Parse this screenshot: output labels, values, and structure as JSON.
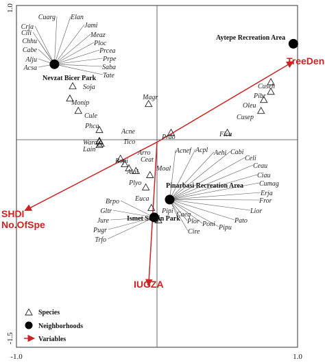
{
  "chart_data": {
    "type": "scatter",
    "xlim": [
      -1.0,
      1.0
    ],
    "ylim": [
      -1.5,
      1.0
    ],
    "x_ticks": [
      "-1.0",
      "1.0"
    ],
    "y_ticks": [
      "1.0",
      "-1.5"
    ],
    "grid": false,
    "legend_position": "bottom-left",
    "species": [
      {
        "label": "Cuarg",
        "x": -0.74,
        "y": 0.67
      },
      {
        "label": "Elan",
        "x": -0.72,
        "y": 0.67
      },
      {
        "label": "Jami",
        "x": -0.7,
        "y": 0.67
      },
      {
        "label": "Crja",
        "x": -0.76,
        "y": 0.67
      },
      {
        "label": "Meaz",
        "x": -0.69,
        "y": 0.67
      },
      {
        "label": "Cili",
        "x": -0.77,
        "y": 0.67
      },
      {
        "label": "Ploc",
        "x": -0.68,
        "y": 0.67
      },
      {
        "label": "Chhu",
        "x": -0.78,
        "y": 0.67
      },
      {
        "label": "Prcea",
        "x": -0.67,
        "y": 0.67
      },
      {
        "label": "Cabe",
        "x": -0.79,
        "y": 0.67
      },
      {
        "label": "Prpe",
        "x": -0.67,
        "y": 0.67
      },
      {
        "label": "Alju",
        "x": -0.79,
        "y": 0.67
      },
      {
        "label": "Saba",
        "x": -0.67,
        "y": 0.67
      },
      {
        "label": "Acsa",
        "x": -0.79,
        "y": 0.67
      },
      {
        "label": "Tate",
        "x": -0.67,
        "y": 0.67
      },
      {
        "label": "Soja",
        "x": -0.6,
        "y": 0.41
      },
      {
        "label": "Monip",
        "x": -0.62,
        "y": 0.32
      },
      {
        "label": "Cule",
        "x": -0.56,
        "y": 0.23
      },
      {
        "label": "Magr",
        "x": -0.06,
        "y": 0.28
      },
      {
        "label": "Phca",
        "x": -0.41,
        "y": 0.09
      },
      {
        "label": "Acne",
        "x": -0.41,
        "y": 0.01
      },
      {
        "label": "Waro",
        "x": -0.41,
        "y": 0.005
      },
      {
        "label": "Tico",
        "x": -0.4,
        "y": -0.01
      },
      {
        "label": "Lain",
        "x": -0.41,
        "y": -0.02
      },
      {
        "label": "Prdo",
        "x": 0.1,
        "y": 0.07
      },
      {
        "label": "Fica",
        "x": 0.5,
        "y": 0.07
      },
      {
        "label": "Cuseh",
        "x": 0.81,
        "y": 0.44
      },
      {
        "label": "Pibr",
        "x": 0.81,
        "y": 0.37
      },
      {
        "label": "Oleu",
        "x": 0.76,
        "y": 0.31
      },
      {
        "label": "Cusep",
        "x": 0.74,
        "y": 0.23
      },
      {
        "label": "Arro",
        "x": -0.26,
        "y": -0.12
      },
      {
        "label": "Ceat",
        "x": -0.23,
        "y": -0.16
      },
      {
        "label": "Ropi",
        "x": -0.2,
        "y": -0.19
      },
      {
        "label": "Aial",
        "x": -0.15,
        "y": -0.21
      },
      {
        "label": "Moal",
        "x": -0.05,
        "y": -0.24
      },
      {
        "label": "Plyo",
        "x": -0.08,
        "y": -0.33
      },
      {
        "label": "Euca",
        "x": -0.04,
        "y": -0.48
      },
      {
        "label": "Pipi",
        "x": 0.01,
        "y": -0.57
      },
      {
        "label": "Acnef",
        "x": 0.09,
        "y": -0.42
      },
      {
        "label": "Acpl",
        "x": 0.09,
        "y": -0.42
      },
      {
        "label": "Aehi",
        "x": 0.09,
        "y": -0.42
      },
      {
        "label": "Cabi",
        "x": 0.09,
        "y": -0.42
      },
      {
        "label": "Celi",
        "x": 0.09,
        "y": -0.42
      },
      {
        "label": "Ceau",
        "x": 0.09,
        "y": -0.42
      },
      {
        "label": "Ciau",
        "x": 0.09,
        "y": -0.42
      },
      {
        "label": "Cumag",
        "x": 0.09,
        "y": -0.42
      },
      {
        "label": "Erja",
        "x": 0.09,
        "y": -0.42
      },
      {
        "label": "Fror",
        "x": 0.09,
        "y": -0.42
      },
      {
        "label": "Lior",
        "x": 0.09,
        "y": -0.42
      },
      {
        "label": "Pato",
        "x": 0.09,
        "y": -0.42
      },
      {
        "label": "Pipu",
        "x": 0.09,
        "y": -0.42
      },
      {
        "label": "Poni",
        "x": 0.09,
        "y": -0.42
      },
      {
        "label": "Cire",
        "x": 0.09,
        "y": -0.42
      },
      {
        "label": "Plor",
        "x": 0.09,
        "y": -0.42
      },
      {
        "label": "Caeq",
        "x": 0.09,
        "y": -0.42
      },
      {
        "label": "Brpo",
        "x": -0.02,
        "y": -0.55
      },
      {
        "label": "Gltr",
        "x": -0.02,
        "y": -0.55
      },
      {
        "label": "Jure",
        "x": -0.02,
        "y": -0.55
      },
      {
        "label": "Pugr",
        "x": -0.02,
        "y": -0.55
      },
      {
        "label": "Trfo",
        "x": -0.02,
        "y": -0.55
      }
    ],
    "neighborhoods": [
      {
        "label": "Aytepe Recreation Area",
        "x": 0.97,
        "y": 0.72
      },
      {
        "label": "Nevzat Bicer Park",
        "x": -0.73,
        "y": 0.57
      },
      {
        "label": "Pinarbasi Recreation Area",
        "x": 0.09,
        "y": -0.42
      },
      {
        "label": "Ismet Sezgin Park",
        "x": -0.02,
        "y": -0.55
      }
    ],
    "variables": [
      {
        "label": "TreeDens",
        "x": 0.97,
        "y": 0.59
      },
      {
        "label": "SHDI",
        "x": -0.94,
        "y": -0.5
      },
      {
        "label": "No.OfSpe",
        "x": -0.94,
        "y": -0.5
      },
      {
        "label": "IUGZA",
        "x": -0.06,
        "y": -1.05
      }
    ],
    "legend": [
      {
        "symbol": "triangle",
        "label": "Species"
      },
      {
        "symbol": "circle",
        "label": "Neighborhoods"
      },
      {
        "symbol": "arrow",
        "label": "Variables"
      }
    ],
    "colors": {
      "variables": "#cc2222",
      "points": "#000000"
    }
  }
}
